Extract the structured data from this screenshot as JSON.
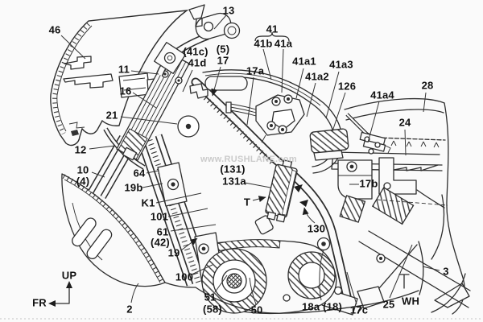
{
  "watermark": {
    "text": "www.RUSHLANE.com"
  },
  "colors": {
    "line": "#2d2d2d",
    "label": "#111111",
    "watermark": "#c3c3c3",
    "background": "#fafafa"
  },
  "labels": [
    {
      "id": "46",
      "text": "46"
    },
    {
      "id": "13",
      "text": "13"
    },
    {
      "id": "11",
      "text": "11"
    },
    {
      "id": "16",
      "text": "16"
    },
    {
      "id": "21",
      "text": "21"
    },
    {
      "id": "12",
      "text": "12"
    },
    {
      "id": "10",
      "text": "10"
    },
    {
      "id": "4p",
      "text": "(4)"
    },
    {
      "id": "64",
      "text": "64"
    },
    {
      "id": "19b",
      "text": "19b"
    },
    {
      "id": "K1",
      "text": "K1"
    },
    {
      "id": "101",
      "text": "101"
    },
    {
      "id": "61",
      "text": "61"
    },
    {
      "id": "42p",
      "text": "(42)"
    },
    {
      "id": "19",
      "text": "19"
    },
    {
      "id": "100",
      "text": "100"
    },
    {
      "id": "51",
      "text": "51"
    },
    {
      "id": "58p",
      "text": "(58)"
    },
    {
      "id": "2",
      "text": "2"
    },
    {
      "id": "50",
      "text": "50"
    },
    {
      "id": "18a",
      "text": "18a (18)"
    },
    {
      "id": "17c",
      "text": "17c"
    },
    {
      "id": "25",
      "text": "25"
    },
    {
      "id": "WH",
      "text": "WH"
    },
    {
      "id": "3",
      "text": "3"
    },
    {
      "id": "130",
      "text": "130"
    },
    {
      "id": "T",
      "text": "T"
    },
    {
      "id": "131p",
      "text": "(131)"
    },
    {
      "id": "131a",
      "text": "131a"
    },
    {
      "id": "17b",
      "text": "17b"
    },
    {
      "id": "41cp",
      "text": "(41c)"
    },
    {
      "id": "41d",
      "text": "41d"
    },
    {
      "id": "5p",
      "text": "(5)"
    },
    {
      "id": "17",
      "text": "17"
    },
    {
      "id": "17a",
      "text": "17a"
    },
    {
      "id": "41",
      "text": "41"
    },
    {
      "id": "41b",
      "text": "41b"
    },
    {
      "id": "41a",
      "text": "41a"
    },
    {
      "id": "41a1",
      "text": "41a1"
    },
    {
      "id": "41a2",
      "text": "41a2"
    },
    {
      "id": "41a3",
      "text": "41a3"
    },
    {
      "id": "126",
      "text": "126"
    },
    {
      "id": "41a4",
      "text": "41a4"
    },
    {
      "id": "28",
      "text": "28"
    },
    {
      "id": "24",
      "text": "24"
    },
    {
      "id": "UP",
      "text": "UP"
    },
    {
      "id": "FR",
      "text": "FR"
    }
  ]
}
